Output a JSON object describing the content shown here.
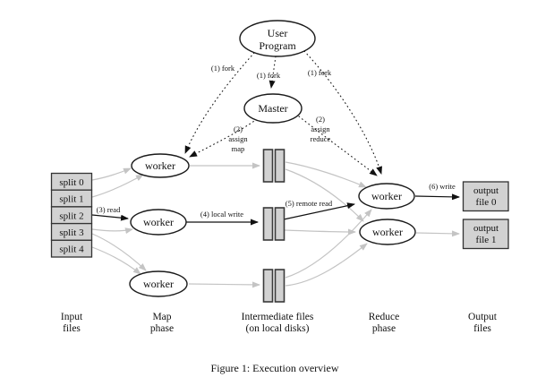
{
  "caption": "Figure 1: Execution overview",
  "nodes": {
    "user_program": {
      "line1": "User",
      "line2": "Program"
    },
    "master": "Master",
    "map_workers": [
      "worker",
      "worker",
      "worker"
    ],
    "reduce_workers": [
      "worker",
      "worker"
    ],
    "splits": [
      "split 0",
      "split 1",
      "split 2",
      "split 3",
      "split 4"
    ],
    "output_files": [
      {
        "line1": "output",
        "line2": "file 0"
      },
      {
        "line1": "output",
        "line2": "file 1"
      }
    ]
  },
  "edge_labels": {
    "fork_left": "(1) fork",
    "fork_center": "(1) fork",
    "fork_right": "(1) fork",
    "assign_map": {
      "line1": "(2)",
      "line2": "assign",
      "line3": "map"
    },
    "assign_reduce": {
      "line1": "(2)",
      "line2": "assign",
      "line3": "reduce"
    },
    "read": "(3) read",
    "local_write": "(4) local write",
    "remote_read": "(5) remote read",
    "write": "(6) write"
  },
  "phase_labels": {
    "input": {
      "line1": "Input",
      "line2": "files"
    },
    "map": {
      "line1": "Map",
      "line2": "phase"
    },
    "intermediate": {
      "line1": "Intermediate files",
      "line2": "(on local disks)"
    },
    "reduce": {
      "line1": "Reduce",
      "line2": "phase"
    },
    "output": {
      "line1": "Output",
      "line2": "files"
    }
  },
  "colors": {
    "background": "#ffffff",
    "node_fill": "#ffffff",
    "box_fill": "#d2d2d2",
    "edge_gray": "#c4c4c4",
    "edge_black": "#111111"
  }
}
